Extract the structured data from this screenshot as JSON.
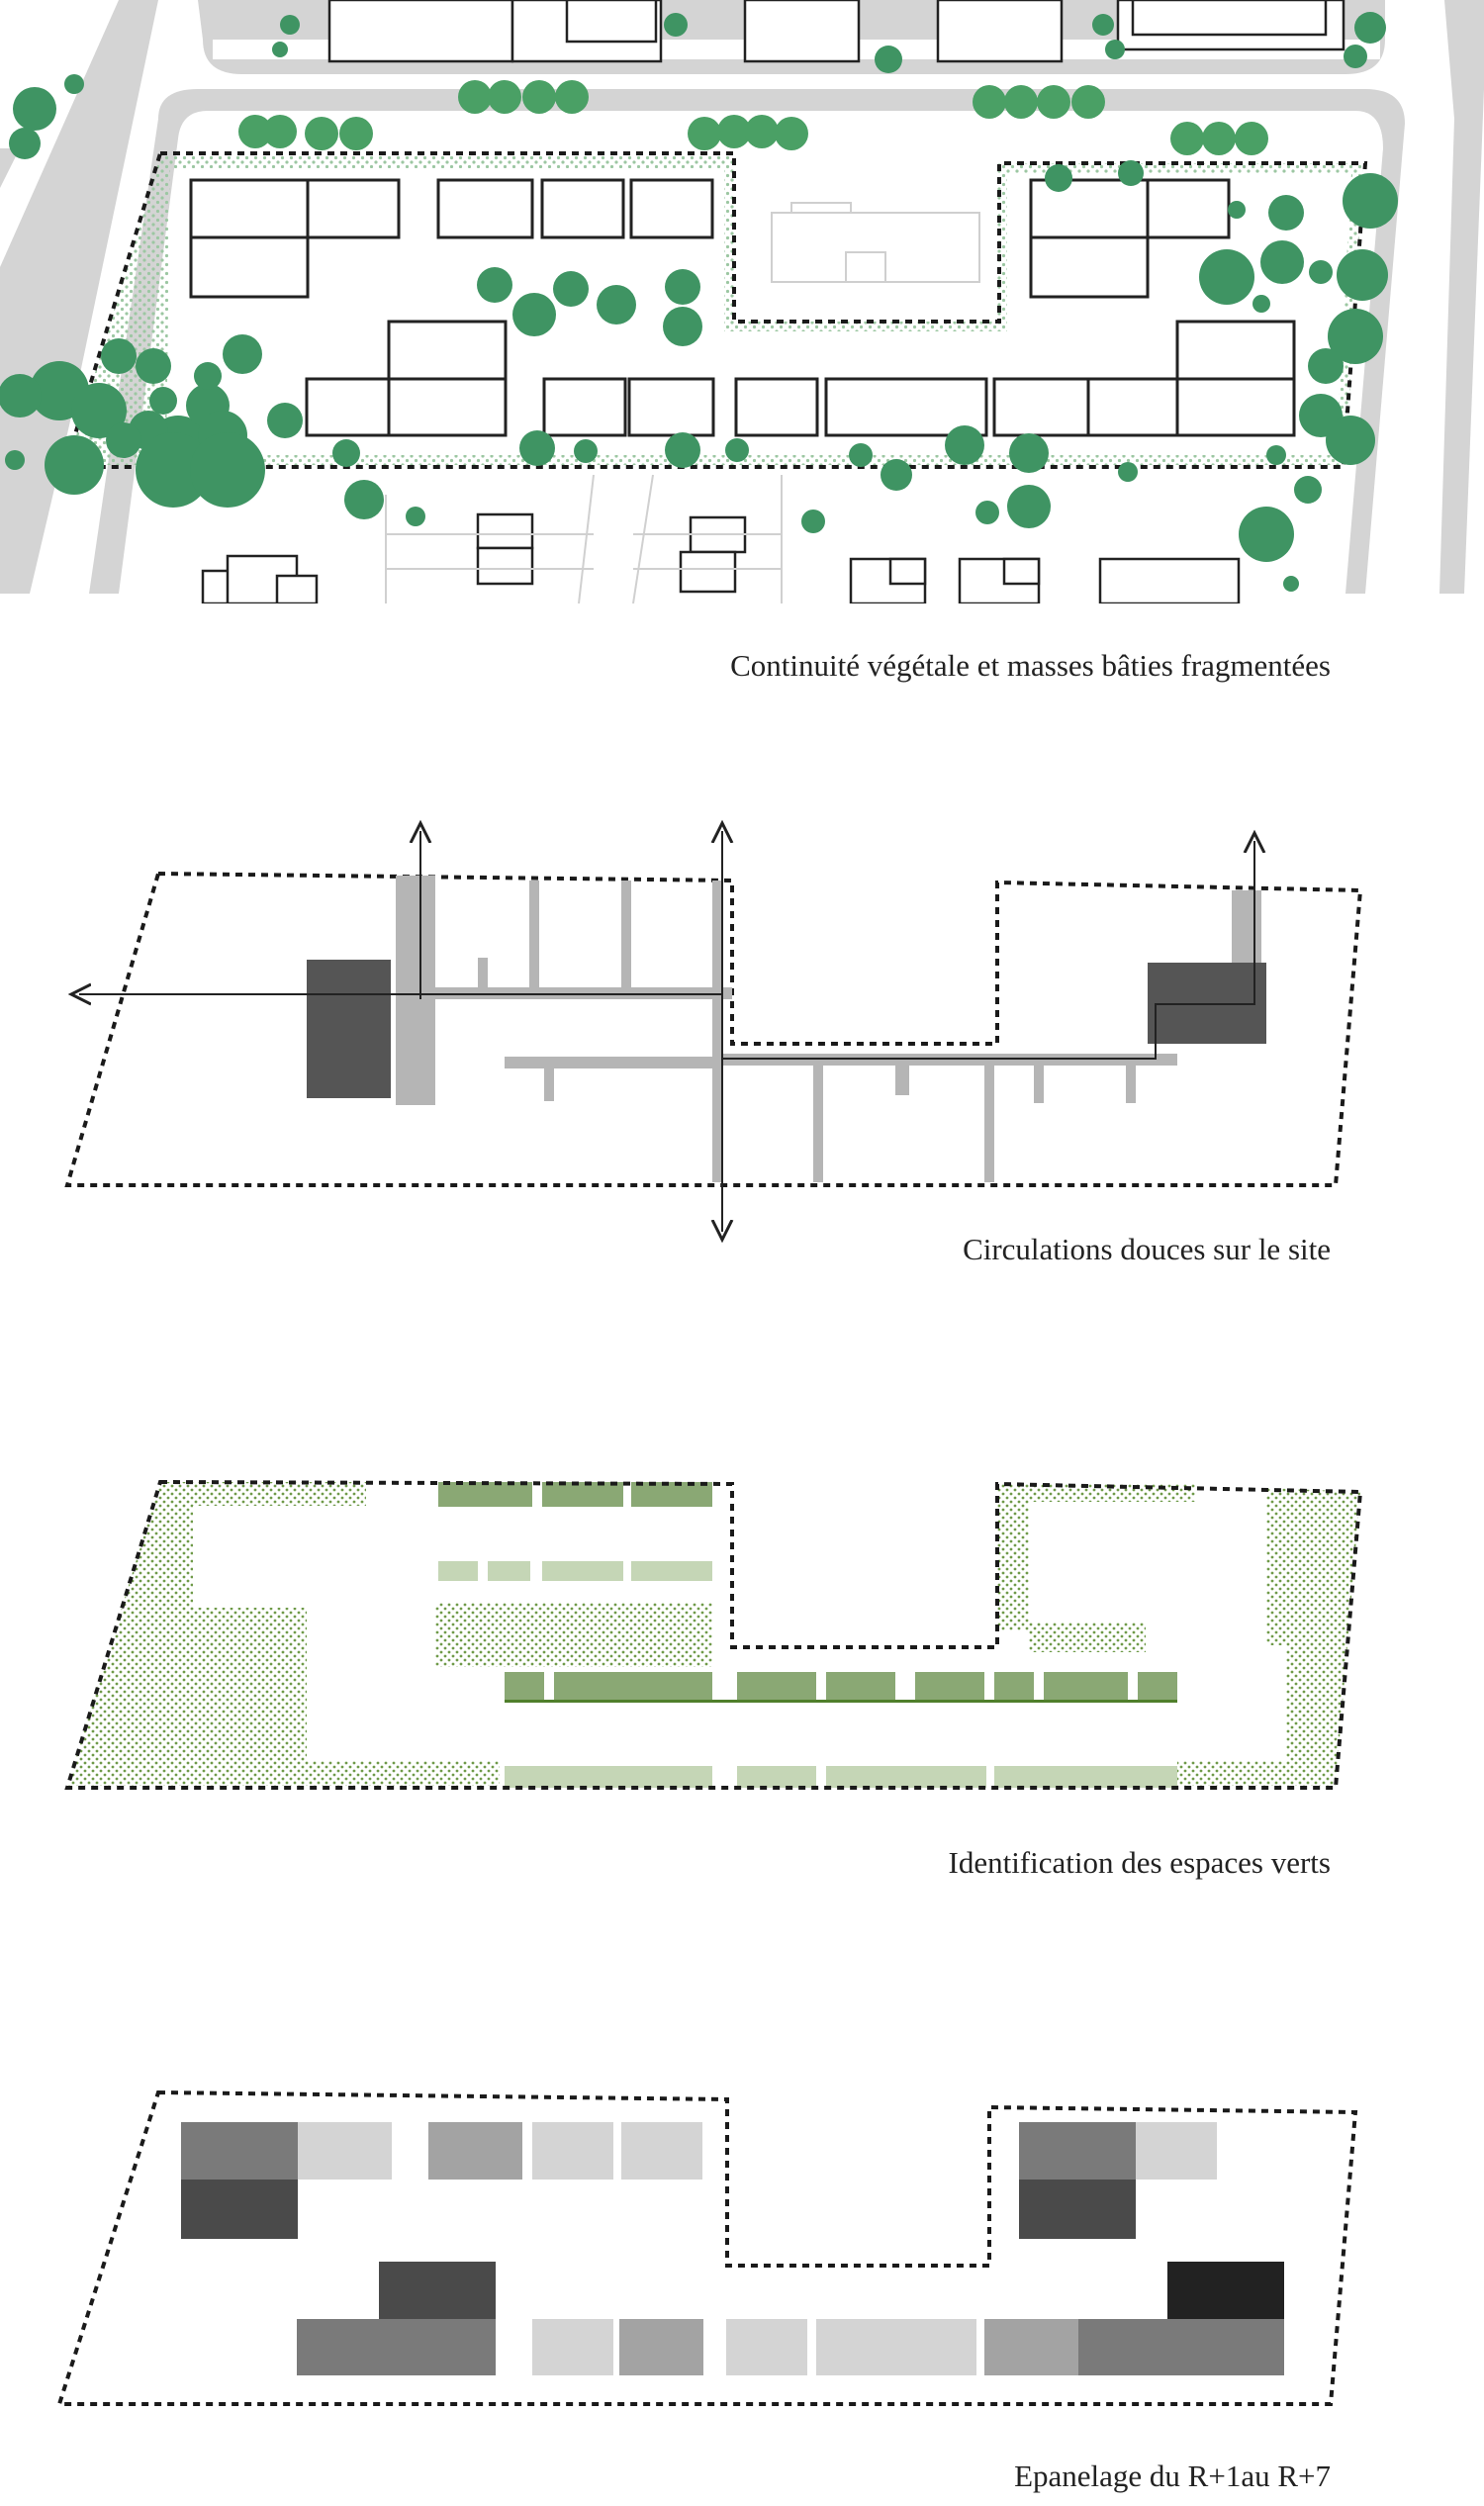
{
  "captions": {
    "plan": "Continuité végétale et masses bâties fragmentées",
    "circulation": "Circulations douces sur le site",
    "green": "Identification des espaces verts",
    "heights": "Epanelage du R+1au R+7"
  },
  "colors": {
    "tree": "#3f9463",
    "tree_dark": "#2f7d52",
    "hedge": "#b9d9be",
    "road": "#d4d4d4",
    "path": "#b5b5b5",
    "building_dark": "#555555",
    "green_dots": "#6f9a49",
    "roof_green": "#8aa874",
    "roof_light": "#c5d6b6",
    "boundary": "#1a1a1a"
  }
}
